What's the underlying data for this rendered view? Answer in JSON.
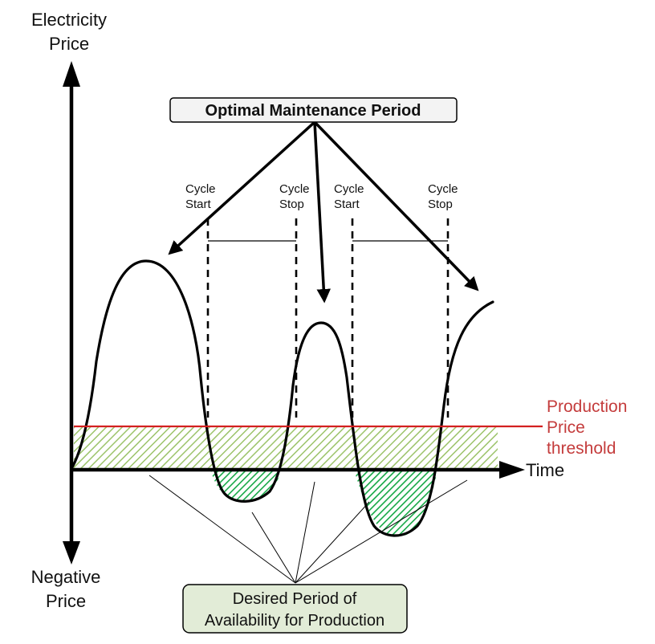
{
  "y_axis_label": [
    "Electricity",
    "Price"
  ],
  "y_axis_negative_label": [
    "Negative",
    "Price"
  ],
  "x_axis_label": "Time",
  "threshold_label": [
    "Production",
    "Price",
    "threshold"
  ],
  "callout_top": "Optimal Maintenance Period",
  "callout_bottom": [
    "Desired Period of",
    "Availability for Production"
  ],
  "cycle_labels": [
    [
      "Cycle",
      "Start"
    ],
    [
      "Cycle",
      "Stop"
    ],
    [
      "Cycle",
      "Start"
    ],
    [
      "Cycle",
      "Stop"
    ]
  ],
  "colors": {
    "curve": "#000000",
    "threshold": "#d42020",
    "threshold_text": "#c43c3c",
    "hatch_light": "#9cc36a",
    "hatch_dark": "#15a845",
    "callout_bottom_fill": "#e2ecd7"
  }
}
